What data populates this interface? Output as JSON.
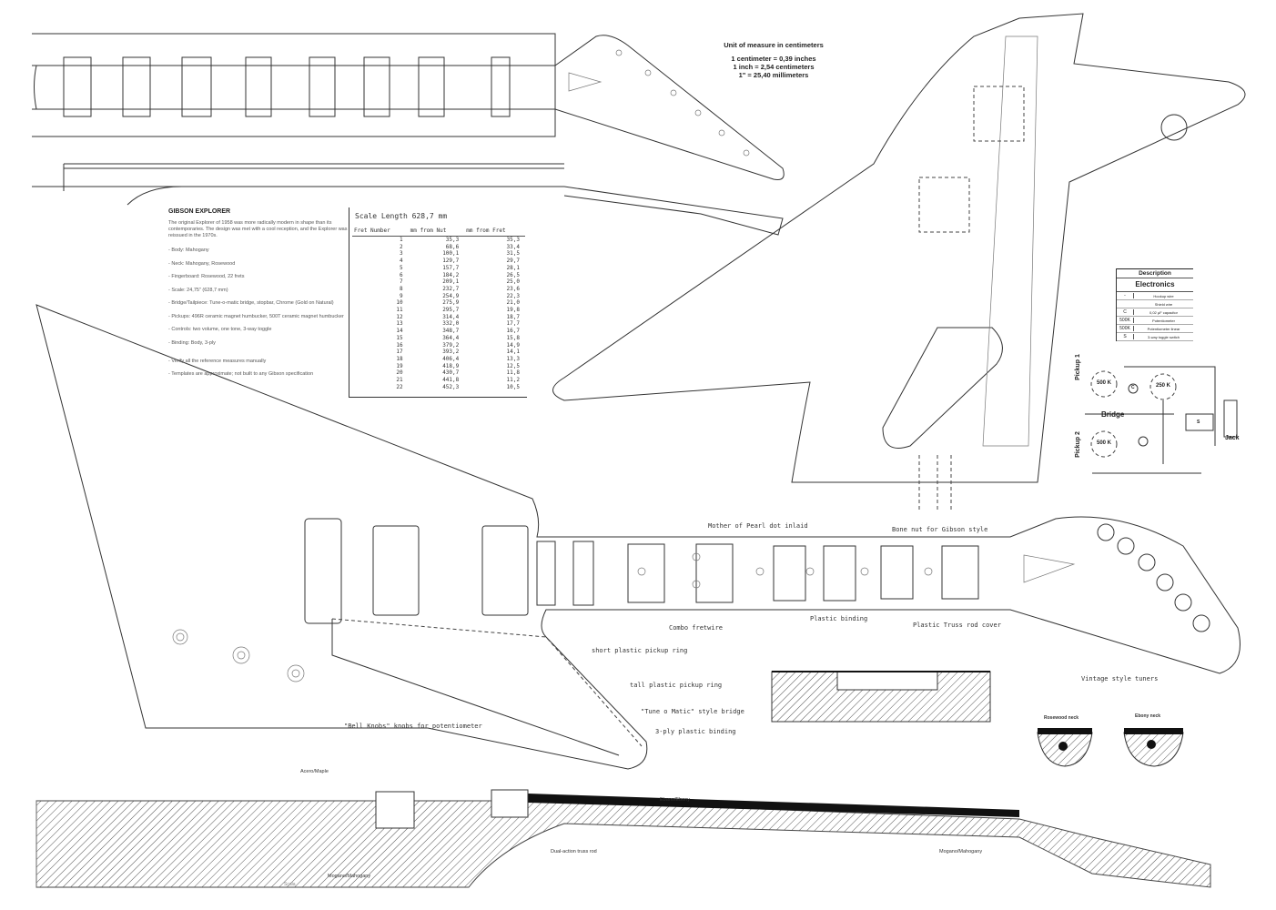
{
  "units": {
    "title": "Unit of measure in centimeters",
    "lines": [
      "1 centimeter = 0,39 inches",
      "1 inch = 2,54 centimeters",
      "1\" = 25,40 millimeters"
    ]
  },
  "description": {
    "title": "GIBSON EXPLORER",
    "intro": "The original Explorer of 1958 was more radically modern in shape than its contemporaries. The design was met with a cool reception, and the Explorer was reissued in the 1970s.",
    "items": [
      "- Body: Mahogany",
      "- Neck: Mahogany, Rosewood",
      "- Fingerboard: Rosewood, 22 frets",
      "- Scale: 24,75\" (628,7 mm)",
      "- Bridge/Tailpiece: Tune-o-matic bridge, stopbar, Chrome (Gold on Natural)",
      "- Pickups: 496R ceramic magnet humbucker, 500T ceramic magnet humbucker",
      "- Controls: two volume, one tone, 3-way toggle",
      "- Binding: Body, 3-ply",
      "- Verify all the reference measures manually",
      "- Templates are approximate; not built to any Gibson specification"
    ]
  },
  "fret_table": {
    "scale_length": "Scale Length  628,7 mm",
    "headers": [
      "Fret Number",
      "mm from Nut",
      "mm from Fret"
    ],
    "rows": [
      [
        "1",
        "35,3",
        "35,3"
      ],
      [
        "2",
        "68,6",
        "33,4"
      ],
      [
        "3",
        "100,1",
        "31,5"
      ],
      [
        "4",
        "129,7",
        "29,7"
      ],
      [
        "5",
        "157,7",
        "28,1"
      ],
      [
        "6",
        "184,2",
        "26,5"
      ],
      [
        "7",
        "209,1",
        "25,0"
      ],
      [
        "8",
        "232,7",
        "23,6"
      ],
      [
        "9",
        "254,9",
        "22,3"
      ],
      [
        "10",
        "275,9",
        "21,0"
      ],
      [
        "11",
        "295,7",
        "19,8"
      ],
      [
        "12",
        "314,4",
        "18,7"
      ],
      [
        "13",
        "332,0",
        "17,7"
      ],
      [
        "14",
        "348,7",
        "16,7"
      ],
      [
        "15",
        "364,4",
        "15,8"
      ],
      [
        "16",
        "379,2",
        "14,9"
      ],
      [
        "17",
        "393,2",
        "14,1"
      ],
      [
        "18",
        "406,4",
        "13,3"
      ],
      [
        "19",
        "418,9",
        "12,5"
      ],
      [
        "20",
        "430,7",
        "11,8"
      ],
      [
        "21",
        "441,8",
        "11,2"
      ],
      [
        "22",
        "452,3",
        "10,5"
      ]
    ]
  },
  "electronics": {
    "header": "Description",
    "title": "Electronics",
    "rows": [
      [
        "-",
        "Hookup wire"
      ],
      [
        "",
        "Shield wire"
      ],
      [
        "C",
        "0,02 µF capacitor"
      ],
      [
        "500K",
        "Potentiometer"
      ],
      [
        "500K",
        "Potentiometer linear"
      ],
      [
        "S",
        "3-way toggle switch"
      ]
    ],
    "labels": {
      "pickup1": "Pickup 1",
      "pickup2": "Pickup 2",
      "bridge": "Bridge",
      "jack": "Jack",
      "pot1": "500 K",
      "pot2": "250 K",
      "pot3": "500 K",
      "cap": "C",
      "switch": "S"
    }
  },
  "annotations": {
    "inlays": "Mother of Pearl dot inlaid",
    "bone_nut": "Bone nut for Gibson style",
    "combo_frets": "Combo fretwire",
    "plastic_binding": "Plastic binding",
    "truss_cover": "Plastic Truss rod cover",
    "black_ring": "short plastic pickup ring",
    "tall_ring": "tall plastic pickup ring",
    "bridge": "\"Tune o Matic\" style bridge",
    "knobs": "\"Bell Knobs\" knobs for potentiometer",
    "binding_3ply": "3-ply plastic binding",
    "tuners": "Vintage style tuners",
    "section_left": "Rosewood neck",
    "section_right": "Ebony neck",
    "maple": "Acero/Maple",
    "ebony": "Ebano/Ebony",
    "truss": "Dual-action truss rod",
    "mahogany_neck": "Mogano/Mahogany",
    "mahogany_body": "Mogano/Mahogany",
    "scale_note": "Scala"
  },
  "colors": {
    "line": "#333333",
    "paper": "#ffffff"
  }
}
